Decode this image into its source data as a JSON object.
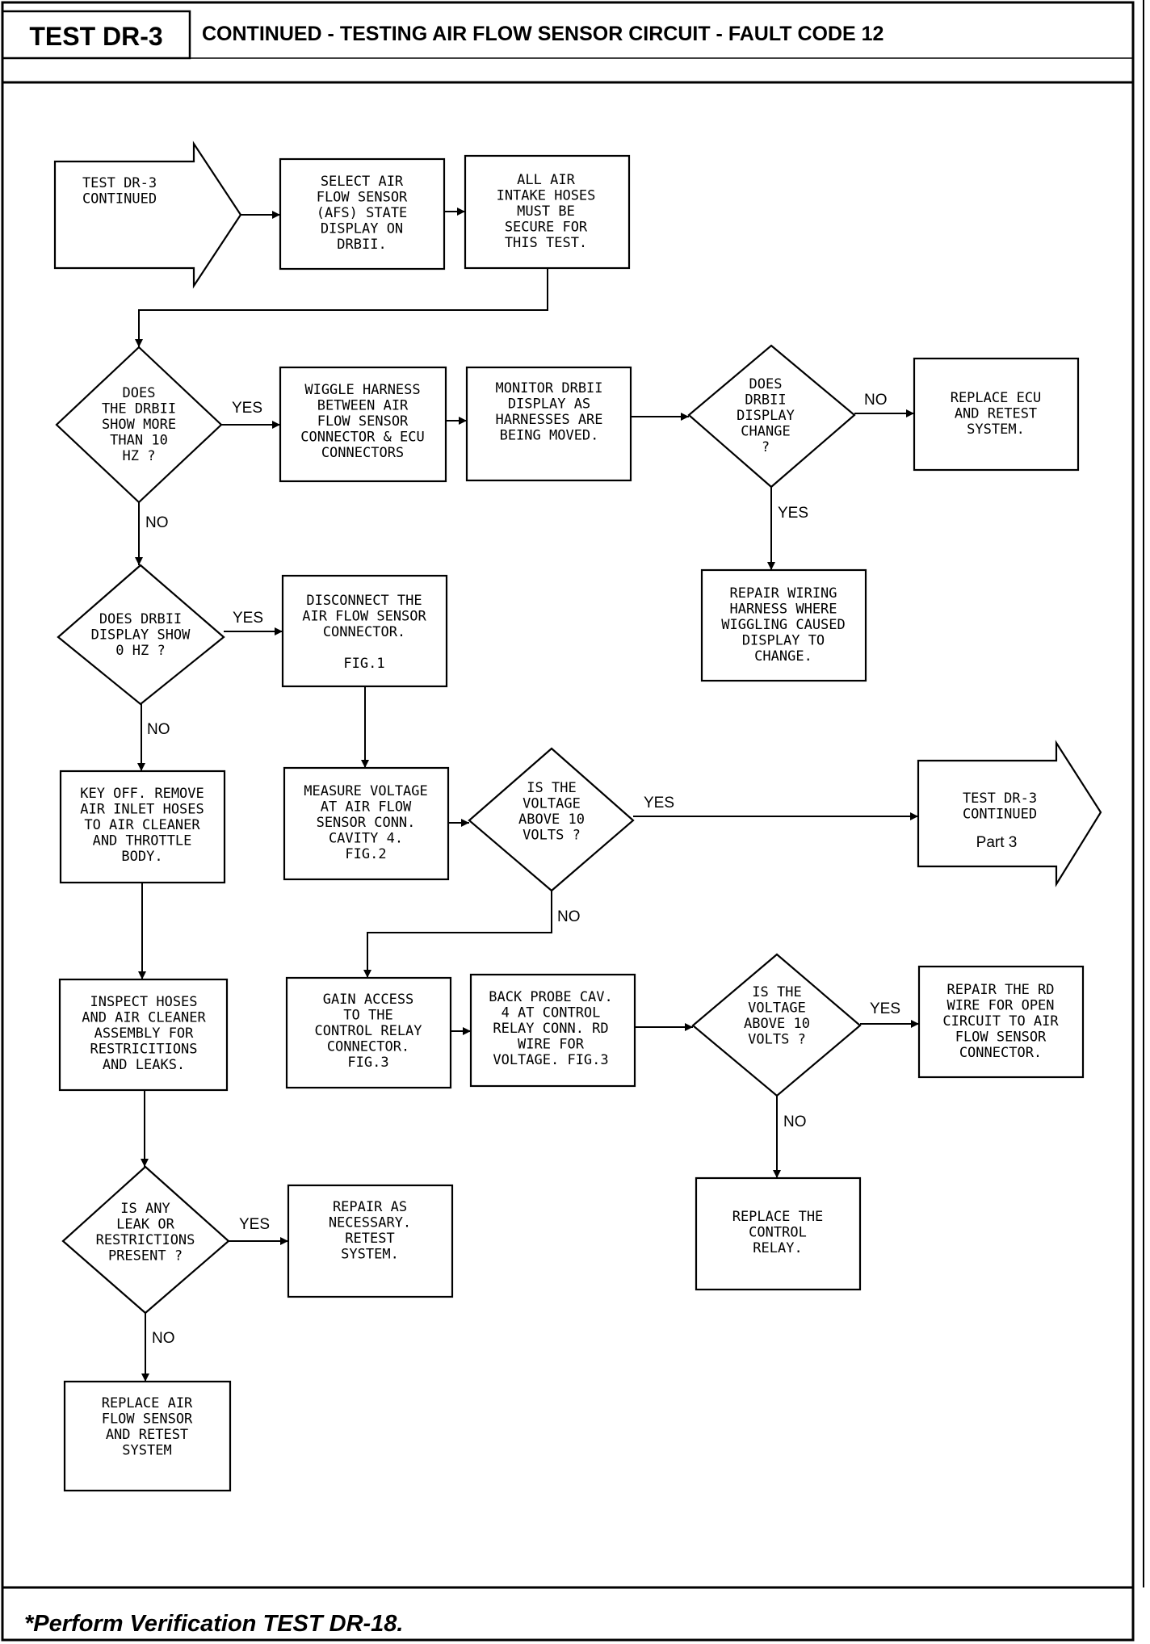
{
  "header": {
    "test_id": "TEST DR-3",
    "title": "CONTINUED - TESTING AIR FLOW SENSOR CIRCUIT - FAULT CODE 12"
  },
  "footer": {
    "note": "*Perform Verification TEST DR-18."
  },
  "nodes": {
    "start": {
      "lines": [
        "TEST DR-3",
        "CONTINUED"
      ]
    },
    "select_afs": {
      "lines": [
        "SELECT AIR",
        "FLOW SENSOR",
        "(AFS) STATE",
        "DISPLAY ON",
        "DRBII."
      ]
    },
    "air_hoses": {
      "lines": [
        "ALL AIR",
        "INTAKE HOSES",
        "MUST BE",
        "SECURE FOR",
        "THIS TEST."
      ]
    },
    "q_more_10hz": {
      "lines": [
        "DOES",
        "THE DRBII",
        "SHOW MORE",
        "THAN 10",
        "HZ ?"
      ]
    },
    "wiggle": {
      "lines": [
        "WIGGLE HARNESS",
        "BETWEEN AIR",
        "FLOW SENSOR",
        "CONNECTOR & ECU",
        "CONNECTORS"
      ]
    },
    "monitor": {
      "lines": [
        "MONITOR DRBII",
        "DISPLAY AS",
        "HARNESSES ARE",
        "BEING MOVED."
      ]
    },
    "q_display_change": {
      "lines": [
        "DOES",
        "DRBII",
        "DISPLAY",
        "CHANGE",
        "?"
      ]
    },
    "replace_ecu": {
      "lines": [
        "REPLACE ECU",
        "AND RETEST",
        "SYSTEM."
      ]
    },
    "repair_wiring": {
      "lines": [
        "REPAIR WIRING",
        "HARNESS WHERE",
        "WIGGLING CAUSED",
        "DISPLAY TO",
        "CHANGE."
      ]
    },
    "q_0hz": {
      "lines": [
        "DOES DRBII",
        "DISPLAY SHOW",
        "0 HZ ?"
      ]
    },
    "disconnect": {
      "lines": [
        "DISCONNECT THE",
        "AIR FLOW SENSOR",
        "CONNECTOR.",
        "",
        "FIG.1"
      ]
    },
    "key_off": {
      "lines": [
        "KEY OFF. REMOVE",
        "AIR INLET HOSES",
        "TO AIR CLEANER",
        "AND THROTTLE",
        "BODY."
      ]
    },
    "measure_voltage": {
      "lines": [
        "MEASURE VOLTAGE",
        "AT AIR FLOW",
        "SENSOR CONN.",
        "CAVITY 4.",
        "FIG.2"
      ]
    },
    "q_voltage_1": {
      "lines": [
        "IS THE",
        "VOLTAGE",
        "ABOVE 10",
        "VOLTS ?"
      ]
    },
    "part3": {
      "lines": [
        "TEST DR-3",
        "CONTINUED"
      ],
      "extra": "Part 3"
    },
    "inspect_hoses": {
      "lines": [
        "INSPECT HOSES",
        "AND AIR CLEANER",
        "ASSEMBLY FOR",
        "RESTRICITIONS",
        "AND LEAKS."
      ]
    },
    "gain_access": {
      "lines": [
        "GAIN ACCESS",
        "TO THE",
        "CONTROL RELAY",
        "CONNECTOR.",
        "FIG.3"
      ]
    },
    "back_probe": {
      "lines": [
        "BACK PROBE CAV.",
        "4 AT CONTROL",
        "RELAY CONN. RD",
        "WIRE FOR",
        "VOLTAGE. FIG.3"
      ]
    },
    "q_voltage_2": {
      "lines": [
        "IS THE",
        "VOLTAGE",
        "ABOVE 10",
        "VOLTS ?"
      ]
    },
    "repair_rd": {
      "lines": [
        "REPAIR THE RD",
        "WIRE FOR OPEN",
        "CIRCUIT TO AIR",
        "FLOW SENSOR",
        "CONNECTOR."
      ]
    },
    "replace_relay": {
      "lines": [
        "REPLACE THE",
        "CONTROL",
        "RELAY."
      ]
    },
    "q_leak": {
      "lines": [
        "IS ANY",
        "LEAK OR",
        "RESTRICTIONS",
        "PRESENT ?"
      ]
    },
    "repair_necessary": {
      "lines": [
        "REPAIR AS",
        "NECESSARY.",
        "RETEST",
        "SYSTEM."
      ]
    },
    "replace_afs": {
      "lines": [
        "REPLACE AIR",
        "FLOW SENSOR",
        "AND RETEST",
        "SYSTEM"
      ]
    }
  },
  "labels": {
    "yes": "YES",
    "no": "NO"
  }
}
